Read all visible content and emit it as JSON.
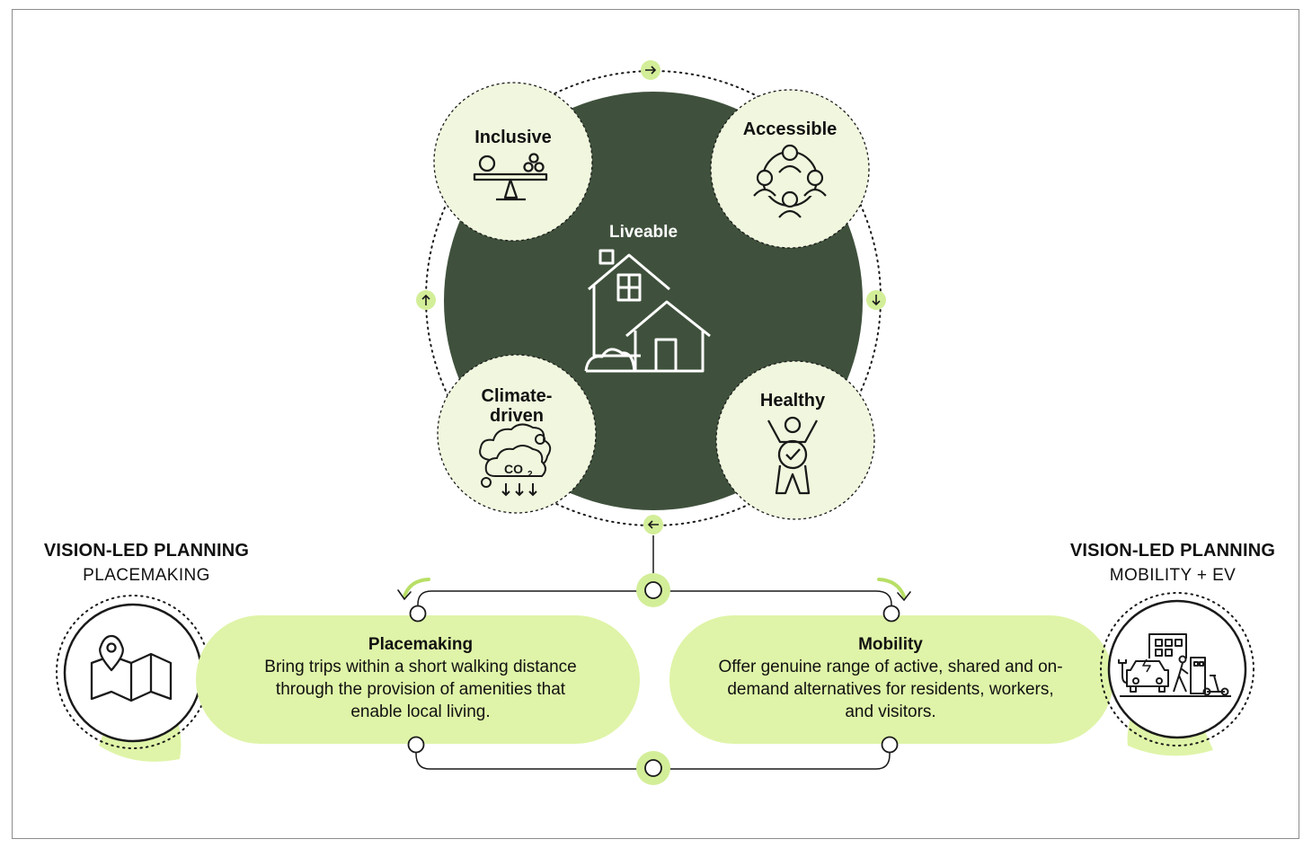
{
  "center": {
    "label": "Liveable",
    "icon": "house-icon"
  },
  "circles": {
    "inclusive": {
      "label": "Inclusive",
      "icon": "balance-scale-icon"
    },
    "accessible": {
      "label": "Accessible",
      "icon": "people-network-icon"
    },
    "climate": {
      "label": "Climate-\ndriven",
      "icon": "co2-cloud-icon"
    },
    "healthy": {
      "label": "Healthy",
      "icon": "person-check-icon"
    }
  },
  "left": {
    "title": "VISION-LED PLANNING",
    "subtitle": "PLACEMAKING",
    "icon": "map-pin-icon",
    "pill_title": "Placemaking",
    "pill_text": "Bring trips within a short walking distance through the provision of amenities that enable local living."
  },
  "right": {
    "title": "VISION-LED PLANNING",
    "subtitle": "MOBILITY + EV",
    "icon": "ev-mobility-icon",
    "pill_title": "Mobility",
    "pill_text": "Offer genuine range of active, shared and on-demand alternatives for residents, workers, and visitors."
  },
  "colors": {
    "dark_green": "#3f513c",
    "light_green": "#dff4a8",
    "pale_green": "#f0f7de",
    "arrow_green": "#d3ee98",
    "line": "#1a1a1a"
  }
}
